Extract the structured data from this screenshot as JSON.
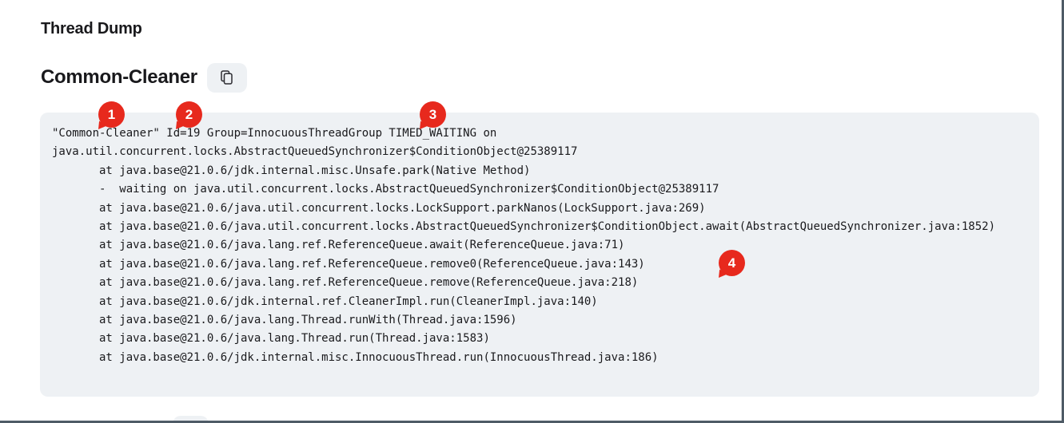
{
  "page": {
    "title": "Thread Dump"
  },
  "section": {
    "heading": "Common-Cleaner"
  },
  "code_block": {
    "lines": [
      "\"Common-Cleaner\" Id=19 Group=InnocuousThreadGroup TIMED_WAITING on",
      "java.util.concurrent.locks.AbstractQueuedSynchronizer$ConditionObject@25389117",
      "       at java.base@21.0.6/jdk.internal.misc.Unsafe.park(Native Method)",
      "       -  waiting on java.util.concurrent.locks.AbstractQueuedSynchronizer$ConditionObject@25389117",
      "       at java.base@21.0.6/java.util.concurrent.locks.LockSupport.parkNanos(LockSupport.java:269)",
      "       at java.base@21.0.6/java.util.concurrent.locks.AbstractQueuedSynchronizer$ConditionObject.await(AbstractQueuedSynchronizer.java:1852)",
      "       at java.base@21.0.6/java.lang.ref.ReferenceQueue.await(ReferenceQueue.java:71)",
      "       at java.base@21.0.6/java.lang.ref.ReferenceQueue.remove0(ReferenceQueue.java:143)",
      "       at java.base@21.0.6/java.lang.ref.ReferenceQueue.remove(ReferenceQueue.java:218)",
      "       at java.base@21.0.6/jdk.internal.ref.CleanerImpl.run(CleanerImpl.java:140)",
      "       at java.base@21.0.6/java.lang.Thread.runWith(Thread.java:1596)",
      "       at java.base@21.0.6/java.lang.Thread.run(Thread.java:1583)",
      "       at java.base@21.0.6/jdk.internal.misc.InnocuousThread.run(InnocuousThread.java:186)"
    ]
  },
  "callouts": [
    {
      "label": "1"
    },
    {
      "label": "2"
    },
    {
      "label": "3"
    },
    {
      "label": "4"
    }
  ],
  "colors": {
    "callout_red": "#E7291D",
    "code_bg": "#EEF1F4",
    "frame_border": "#4E5B66",
    "text_dark": "#19191C"
  }
}
